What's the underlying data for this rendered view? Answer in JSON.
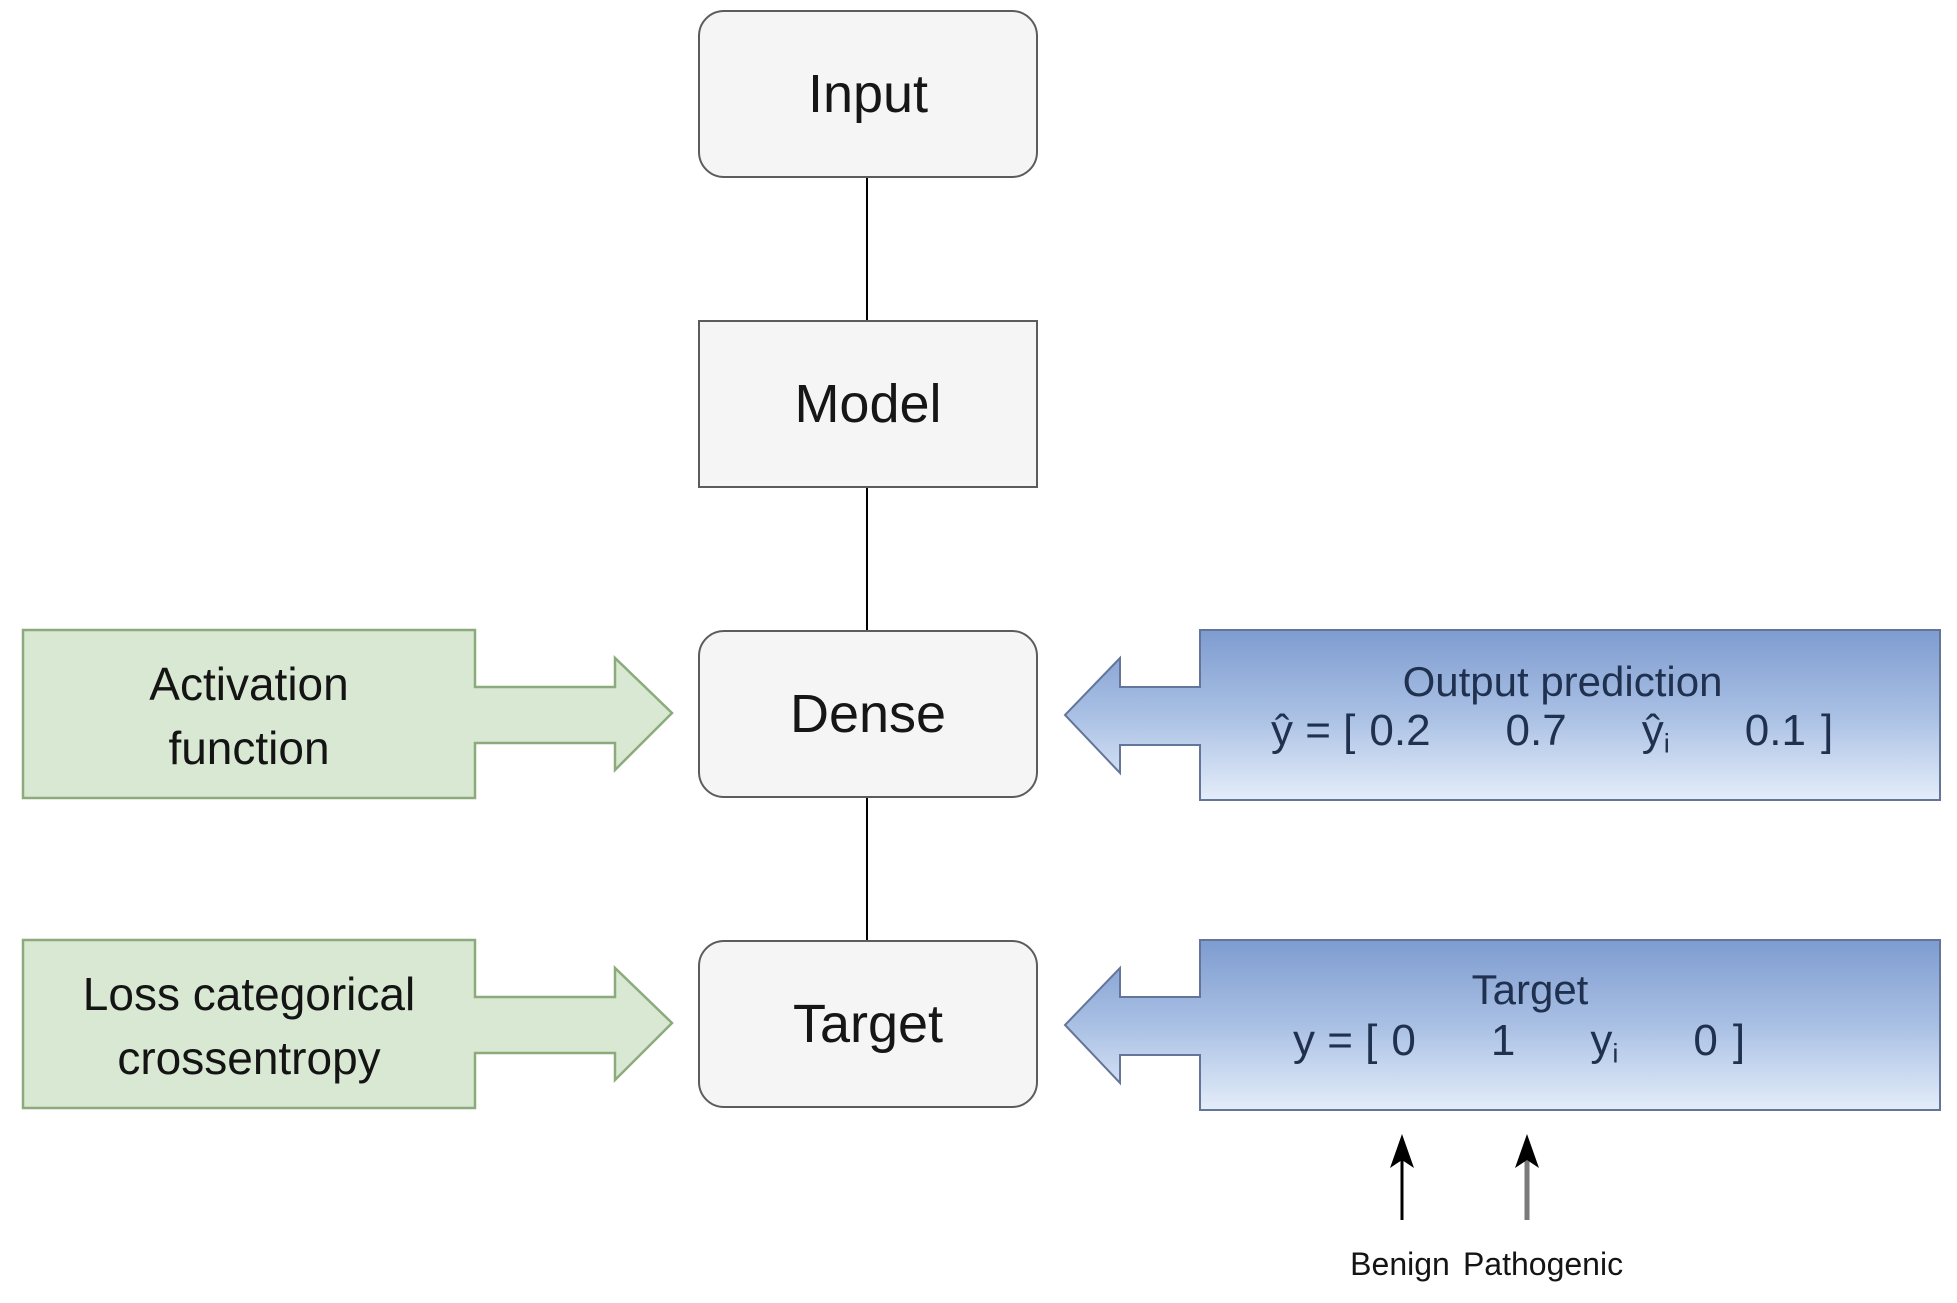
{
  "nodes": {
    "input": "Input",
    "model": "Model",
    "dense": "Dense",
    "target": "Target"
  },
  "left_callouts": {
    "activation": {
      "line1": "Activation",
      "line2": "function"
    },
    "loss": {
      "line1": "Loss categorical",
      "line2": "crossentropy"
    }
  },
  "right_callouts": {
    "output": {
      "title": "Output prediction",
      "prefix": "ŷ = [",
      "v1": "0.2",
      "v2": "0.7",
      "v3_main": "ŷ",
      "v3_sub": "i",
      "v4": "0.1",
      "suffix": "]"
    },
    "target": {
      "title": "Target",
      "prefix": "y = [",
      "v1": "0",
      "v2": "1",
      "v3_main": "y",
      "v3_sub": "i",
      "v4": "0",
      "suffix": "]"
    }
  },
  "annotations": {
    "benign": "Benign",
    "pathogenic": "Pathogenic"
  },
  "colors": {
    "node_fill": "#f5f5f5",
    "node_border": "#5c5c5c",
    "green_fill": "#d9e8d2",
    "green_border": "#8cab7c",
    "blue_grad_top": "#7e9cd0",
    "blue_grad_mid": "#a9c0e4",
    "blue_grad_bottom": "#e4edf9",
    "blue_border": "#64759a",
    "blue_text": "#20314f"
  }
}
